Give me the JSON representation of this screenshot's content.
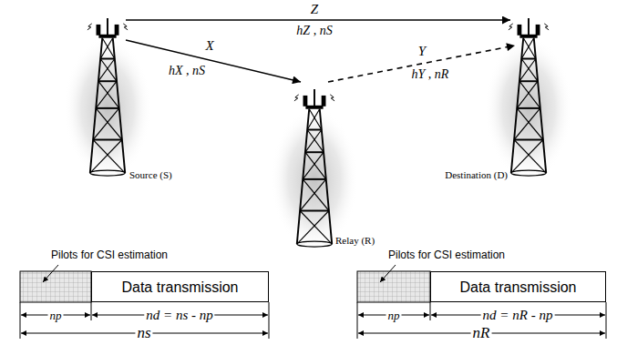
{
  "diagram": {
    "nodes": [
      {
        "text": [
          "Source (S)"
        ]
      },
      {
        "text": [
          "Relay (R)"
        ]
      },
      {
        "text": [
          "Destination (D)"
        ]
      },
      {
        "text": [
          "Data transmission"
        ]
      },
      {
        "text": [
          "Data transmission"
        ]
      }
    ],
    "edges": [
      {
        "from": 0,
        "to": 2,
        "arrow": "to",
        "label": "Z"
      },
      {
        "from": 0,
        "to": 1,
        "arrow": "to",
        "label": "X"
      },
      {
        "from": 1,
        "to": 2,
        "arrow": "to",
        "label": "Y"
      }
    ],
    "labels": [
      "hZ , nS",
      "hX , nS",
      "hY , nR",
      "Pilots for CSI estimation",
      "np",
      "nd = ns - np",
      "ns",
      "Pilots for CSI estimation",
      "np",
      "nd = nR - np",
      "nR"
    ]
  }
}
